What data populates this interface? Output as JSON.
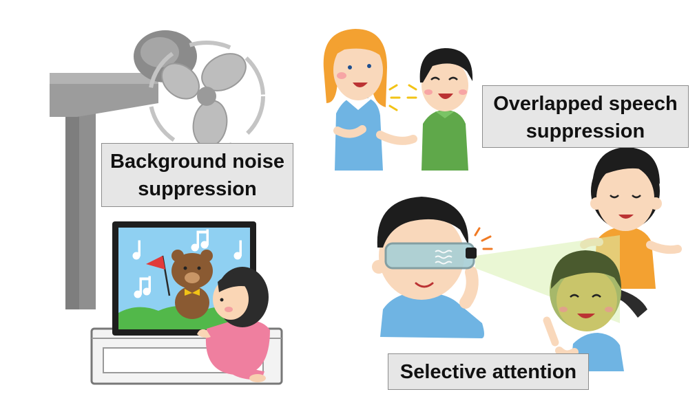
{
  "labels": {
    "background": {
      "line1": "Background noise",
      "line2": "suppression"
    },
    "overlapped": {
      "line1": "Overlapped speech",
      "line2": "suppression"
    },
    "selective": {
      "line1": "Selective attention"
    }
  },
  "tv_screen_icons": [
    "music-note-icon",
    "music-note-icon",
    "music-note-icon",
    "music-note-icon",
    "music-note-icon",
    "bear-icon",
    "flag-icon"
  ],
  "colors": {
    "label_bg": "#e6e6e6",
    "fan_gray": "#a9a9a9",
    "tv_sky": "#8fd0f2",
    "grass": "#52b84a",
    "bear": "#8a5a32",
    "pink_shirt": "#ef7f9f",
    "blue_shirt": "#6fb4e3",
    "green_shirt": "#5fa84a",
    "orange_shirt": "#f3a131",
    "beam": "#d9f0b0"
  }
}
